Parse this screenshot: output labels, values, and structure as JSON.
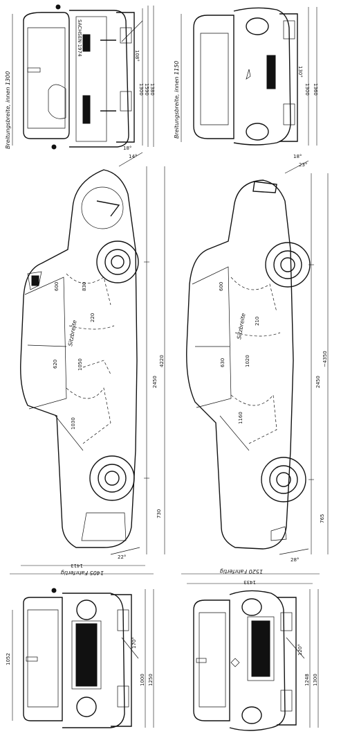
{
  "diagram": {
    "left_column": {
      "top_view": {
        "vertical_caption": "Breitungsbreite, innen 1300",
        "plate_text": "SACHSEN·1974",
        "dims": [
          "1300",
          "1590",
          "1380"
        ],
        "angle": "108°"
      },
      "side_view": {
        "angles": [
          "18°",
          "14°",
          "22°"
        ],
        "labels": [
          "Sitzbreite",
          "1030",
          "1050",
          "220",
          "620",
          "600",
          "830"
        ],
        "dims": [
          "2450",
          "4220",
          "730"
        ]
      },
      "bottom_view": {
        "dim_top": "1413",
        "caption": "1405 Fahrfertig",
        "dims": [
          "1052",
          "1000",
          "1250"
        ],
        "angle": "170°"
      }
    },
    "right_column": {
      "top_view": {
        "vertical_caption": "Breitungsbreite, innen 1150",
        "dims": [
          "1300",
          "1360"
        ],
        "angle": "130°"
      },
      "side_view": {
        "angles": [
          "18°",
          "23°",
          "28°"
        ],
        "labels": [
          "Sitzbreite",
          "210",
          "1160",
          "1020",
          "600",
          "630"
        ],
        "dims": [
          "2450",
          "~4350",
          "765"
        ]
      },
      "bottom_view": {
        "dim_top": "1433",
        "caption": "1520 Fahrfertig",
        "dims": [
          "1248",
          "1300"
        ],
        "angle": "120°"
      }
    }
  }
}
